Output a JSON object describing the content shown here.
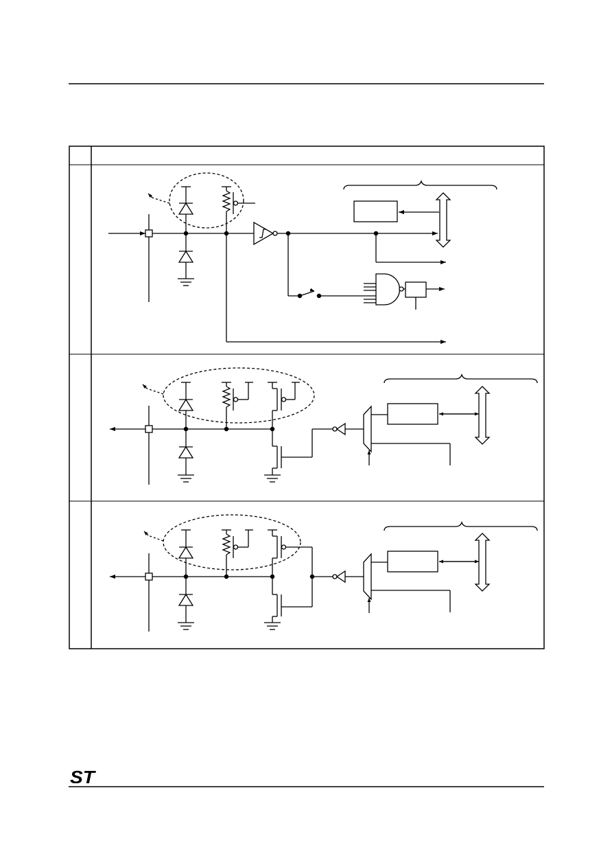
{
  "document": {
    "header_text": "",
    "footer_text": "",
    "logo": "st-logo"
  },
  "figure": {
    "title": "",
    "panels": [
      {
        "id": "input",
        "row_label": "",
        "description_label": ""
      },
      {
        "id": "open-drain-output",
        "row_label": "",
        "description_label": ""
      },
      {
        "id": "push-pull-output",
        "row_label": "",
        "description_label": ""
      }
    ]
  },
  "colors": {
    "ink": "#000000",
    "paper": "#ffffff"
  }
}
